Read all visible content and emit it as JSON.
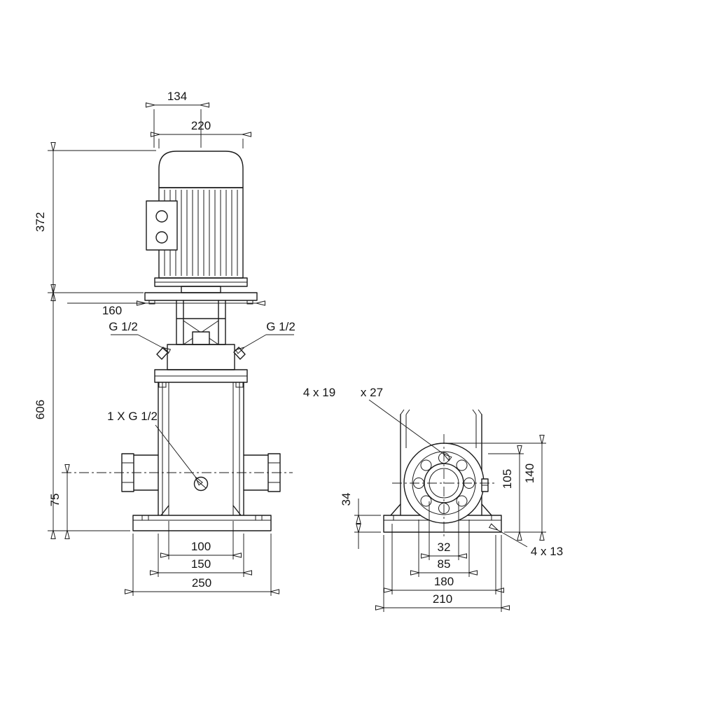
{
  "colors": {
    "line": "#1b1b1b",
    "background": "#ffffff"
  },
  "labels": {
    "front": {
      "dim_motor_top_width": "134",
      "dim_motor_width": "220",
      "dim_motor_height": "372",
      "dim_stool_width": "160",
      "dim_pump_height": "606",
      "dim_port_height": "75",
      "dim_inner_width": "100",
      "dim_mid_width": "150",
      "dim_base_width": "250",
      "gauge_port_left": "G 1/2",
      "gauge_port_right": "G 1/2",
      "drain_port": "1 X G 1/2"
    },
    "side": {
      "flange_holes": "4 x 19",
      "flange_holes_depth": "x 27",
      "dim_base_height": "34",
      "dim_flange_mid_height": "105",
      "dim_flange_height": "140",
      "dim_bore": "32",
      "dim_bolt_circle": "85",
      "dim_base_hole_span": "180",
      "dim_base_width": "210",
      "base_holes": "4 x 13"
    }
  }
}
